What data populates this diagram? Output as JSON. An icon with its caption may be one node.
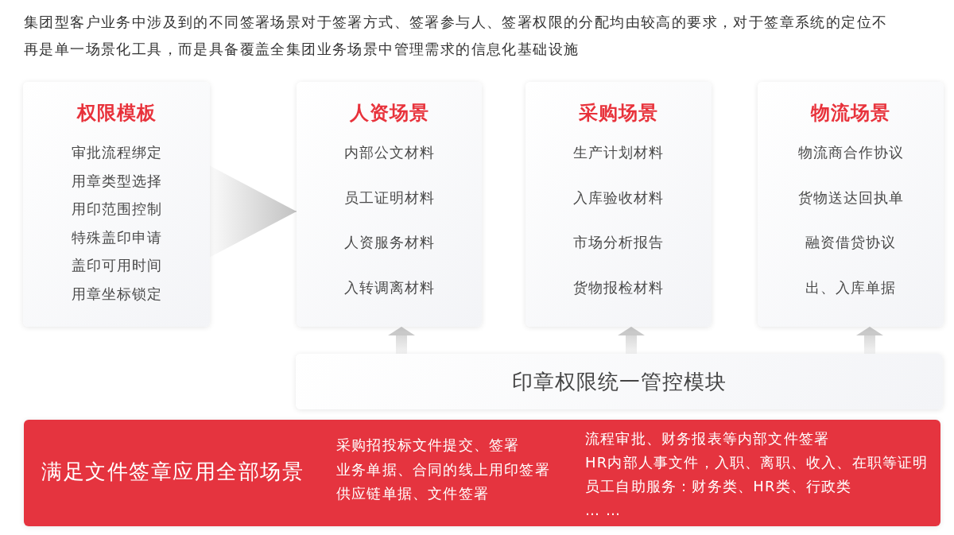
{
  "diagram": {
    "title": "集团型客户业务中涉及到的不同签署场景对于签署方式、签署参与人、签署权限的分配均由较高的要求，对于签章系统的定位不再是单一场景化工具，而是具备覆盖全集团业务场景中管理需求的信息化基础设施",
    "nodes": [
      {
        "text": [
          "权限模板",
          "审批流程绑定",
          "用章类型选择",
          "用印范围控制",
          "特殊盖印申请",
          "盖印可用时间",
          "用章坐标锁定"
        ]
      },
      {
        "text": [
          "人资场景",
          "内部公文材料",
          "员工证明材料",
          "人资服务材料",
          "入转调离材料"
        ]
      },
      {
        "text": [
          "采购场景",
          "生产计划材料",
          "入库验收材料",
          "市场分析报告",
          "货物报检材料"
        ]
      },
      {
        "text": [
          "物流场景",
          "物流商合作协议",
          "货物送达回执单",
          "融资借贷协议",
          "出、入库单据"
        ]
      },
      {
        "text": [
          "印章权限统一管控模块"
        ]
      },
      {
        "text": [
          "满足文件签章应用全部场景",
          "采购招投标文件提交、签署",
          "业务单据、合同的线上用印签署",
          "供应链单据、文件签署",
          "流程审批、财务报表等内部文件签署",
          "HR内部人事文件，入职、离职、收入、在职等证明",
          "员工自助服务：财务类、HR类、行政类",
          "… …"
        ]
      }
    ],
    "edges": [
      {
        "from": 0,
        "to": 1,
        "arrow": "to"
      },
      {
        "from": 4,
        "to": 1,
        "arrow": "to"
      },
      {
        "from": 4,
        "to": 2,
        "arrow": "to"
      },
      {
        "from": 4,
        "to": 3,
        "arrow": "to"
      }
    ]
  }
}
